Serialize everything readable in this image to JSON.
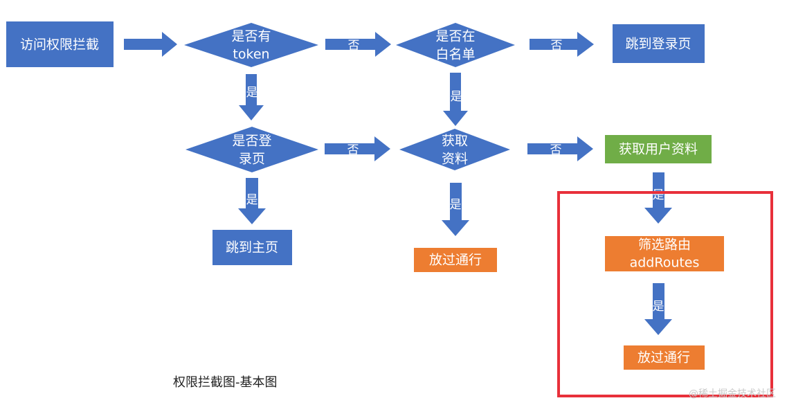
{
  "colors": {
    "blue": "#4472c4",
    "green": "#70ad47",
    "orange": "#ed7d31",
    "highlight": "#e8303a"
  },
  "nodes": {
    "intercept": "访问权限拦截",
    "has_token_1": "是否有",
    "has_token_2": "token",
    "whitelist_1": "是否在",
    "whitelist_2": "白名单",
    "to_login": "跳到登录页",
    "is_login_1": "是否登",
    "is_login_2": "录页",
    "get_info_1": "获取",
    "get_info_2": "资料",
    "get_user_info": "获取用户资料",
    "to_home": "跳到主页",
    "pass_1": "放过通行",
    "filter_routes_1": "筛选路由",
    "filter_routes_2": "addRoutes",
    "pass_2": "放过通行"
  },
  "arrow_labels": {
    "no_1": "否",
    "no_2": "否",
    "no_3": "否",
    "no_4": "否",
    "yes_1": "是",
    "yes_2": "是",
    "yes_3": "是",
    "yes_4": "是",
    "yes_5": "是",
    "yes_6": "是"
  },
  "caption": "权限拦截图-基本图",
  "watermark": "@稀土掘金技术社区"
}
